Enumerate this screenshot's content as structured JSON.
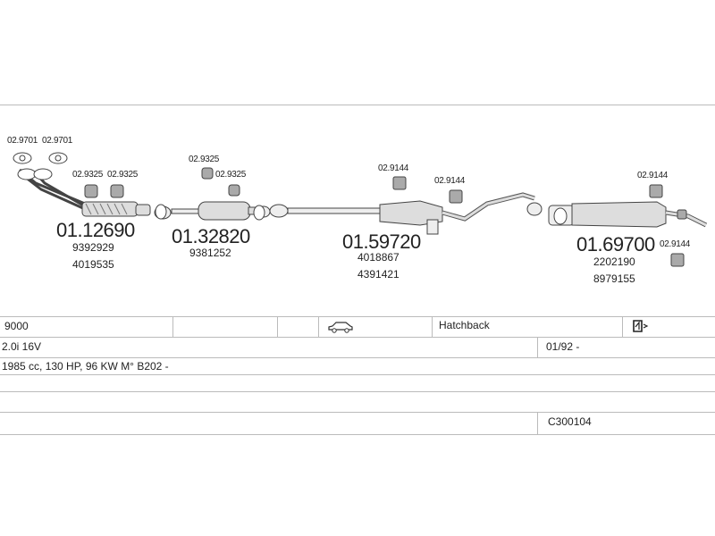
{
  "labels": {
    "clamp_9701_a": "02.9701",
    "clamp_9701_b": "02.9701",
    "clamp_9325_a": "02.9325",
    "clamp_9325_b": "02.9325",
    "clamp_9325_c": "02.9325",
    "clamp_9325_d": "02.9325",
    "clamp_9144_a": "02.9144",
    "clamp_9144_b": "02.9144",
    "clamp_9144_c": "02.9144",
    "clamp_9144_d": "02.9144"
  },
  "parts": [
    {
      "number": "01.12690",
      "oe": [
        "9392929",
        "4019535"
      ]
    },
    {
      "number": "01.32820",
      "oe": [
        "9381252"
      ]
    },
    {
      "number": "01.59720",
      "oe": [
        "4018867",
        "4391421"
      ]
    },
    {
      "number": "01.69700",
      "oe": [
        "2202190",
        "8979155"
      ]
    }
  ],
  "table": {
    "model": "9000",
    "body_type": "Hatchback",
    "engine": "2.0i 16V",
    "date": "01/92 -",
    "spec": "1985 cc, 130 HP, 96 KW M° B202 -",
    "code": "C300104"
  },
  "icons": {
    "car": "car-icon",
    "doors": "door-count-icon"
  }
}
